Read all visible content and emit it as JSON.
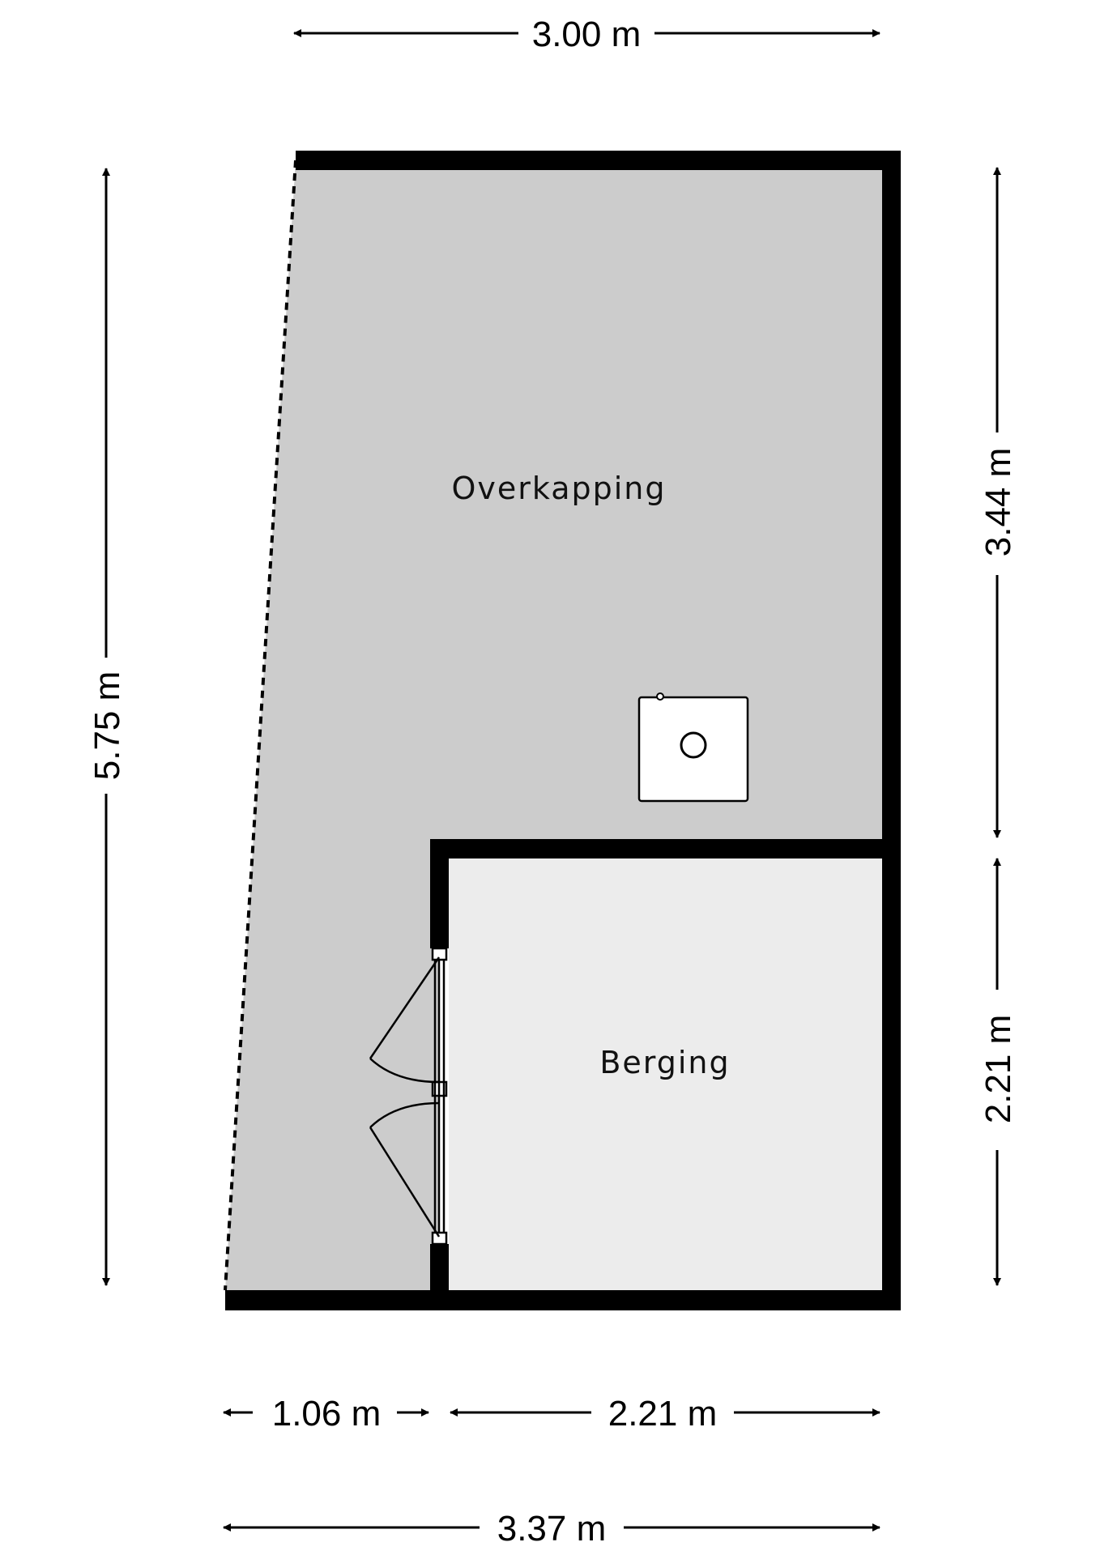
{
  "rooms": {
    "overkapping": {
      "label": "Overkapping",
      "fill": "#cccccc"
    },
    "berging": {
      "label": "Berging",
      "fill": "#ececec"
    }
  },
  "dimensions": {
    "top_width": "3.00 m",
    "left_height": "5.75 m",
    "right_upper_height": "3.44 m",
    "right_lower_height": "2.21 m",
    "bottom_left_width": "1.06 m",
    "bottom_right_width": "2.21 m",
    "bottom_total_width": "3.37 m"
  },
  "colors": {
    "wall": "#000000",
    "dimension_line": "#000000"
  },
  "icons": {
    "fixture": "boiler-icon"
  }
}
